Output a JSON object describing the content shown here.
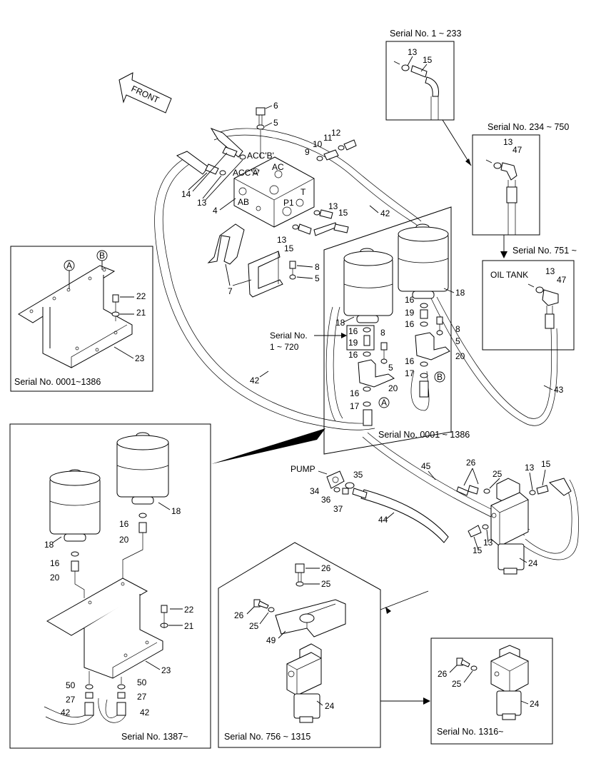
{
  "front_label": "FRONT",
  "captions": {
    "serial_1_233": "Serial No. 1 ~ 233",
    "serial_234_750": "Serial No. 234 ~ 750",
    "serial_751": "Serial No. 751 ~",
    "oil_tank": "OIL TANK",
    "serial_0001_1386_bracket": "Serial No. 0001~1386",
    "serial_no_word": "Serial No.",
    "serial_1_720": "1 ~ 720",
    "serial_0001_1386_main": "Serial No. 0001 ~ 1386",
    "pump": "PUMP",
    "serial_1387": "Serial No. 1387~",
    "serial_756_1315": "Serial No. 756 ~ 1315",
    "serial_1316": "Serial No. 1316~"
  },
  "valve_ports": {
    "acc_b": "ACC'B'",
    "acc_a": "ACC'A'",
    "ac": "AC",
    "ab": "AB",
    "p1": "P1",
    "t": "T"
  },
  "callouts": {
    "A": "A",
    "B": "B",
    "n4": "4",
    "n5": "5",
    "n6": "6",
    "n7": "7",
    "n8": "8",
    "n9": "9",
    "n10": "10",
    "n11": "11",
    "n12": "12",
    "n13": "13",
    "n14": "14",
    "n15": "15",
    "n16": "16",
    "n17": "17",
    "n18": "18",
    "n19": "19",
    "n20": "20",
    "n21": "21",
    "n22": "22",
    "n23": "23",
    "n24": "24",
    "n25": "25",
    "n26": "26",
    "n27": "27",
    "n34": "34",
    "n35": "35",
    "n36": "36",
    "n37": "37",
    "n42": "42",
    "n43": "43",
    "n44": "44",
    "n45": "45",
    "n47": "47",
    "n49": "49",
    "n50": "50"
  }
}
